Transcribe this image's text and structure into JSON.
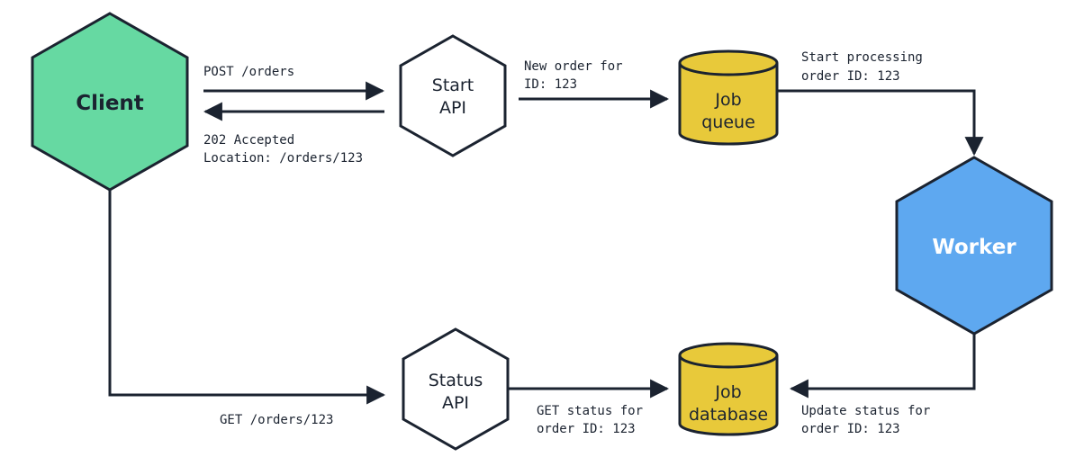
{
  "nodes": {
    "client": {
      "label": "Client",
      "color": "#66d9a2"
    },
    "start_api": {
      "label_line1": "Start",
      "label_line2": "API",
      "color": "#ffffff"
    },
    "job_queue": {
      "label_line1": "Job",
      "label_line2": "queue",
      "color": "#e8c93a"
    },
    "worker": {
      "label": "Worker",
      "color": "#5ea8f0"
    },
    "status_api": {
      "label_line1": "Status",
      "label_line2": "API",
      "color": "#ffffff"
    },
    "job_database": {
      "label_line1": "Job",
      "label_line2": "database",
      "color": "#e8c93a"
    }
  },
  "edges": {
    "post_orders": {
      "line1": "POST /orders"
    },
    "accepted": {
      "line1": "202 Accepted",
      "line2": "Location: /orders/123"
    },
    "new_order": {
      "line1": "New order for",
      "line2": "ID: 123"
    },
    "start_processing": {
      "line1": "Start processing",
      "line2": "order ID: 123"
    },
    "get_orders": {
      "line1": "GET /orders/123"
    },
    "get_status": {
      "line1": "GET status for",
      "line2": "order ID: 123"
    },
    "update_status": {
      "line1": "Update status for",
      "line2": "order ID: 123"
    }
  },
  "colors": {
    "stroke": "#1b2330"
  }
}
